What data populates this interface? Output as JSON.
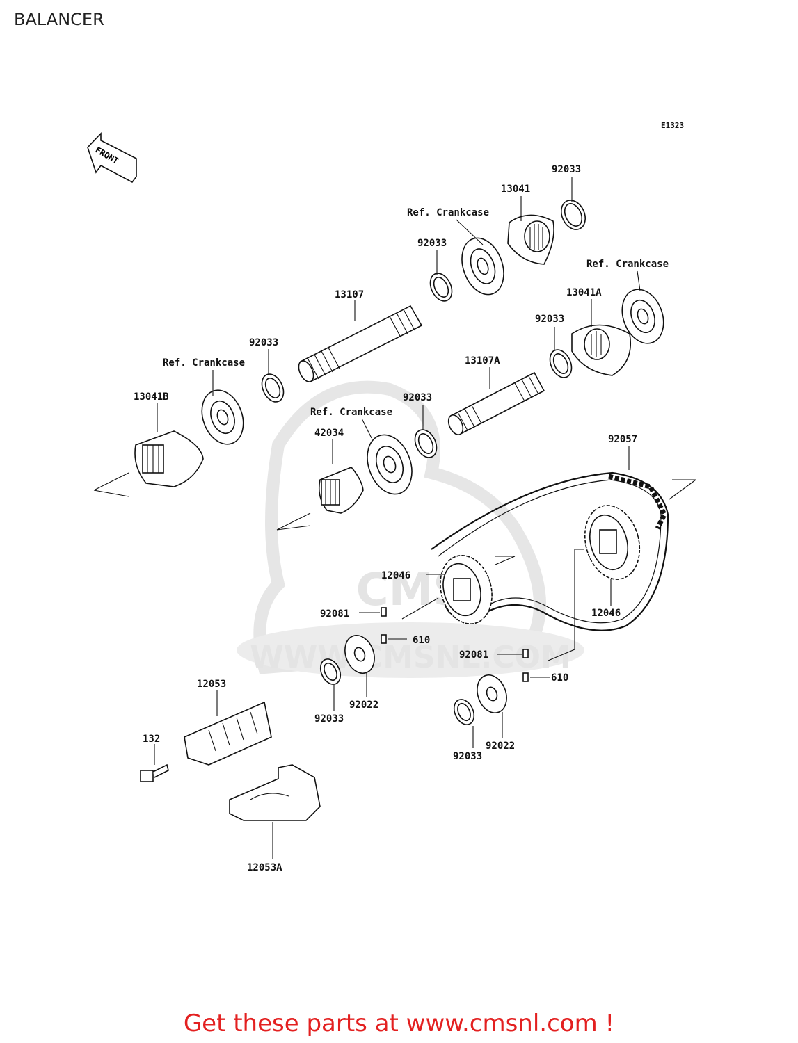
{
  "page": {
    "title": "BALANCER"
  },
  "diagram": {
    "code": "E1323",
    "front_label": "FRONT",
    "watermark": {
      "site": "WWW.CMSNL.COM",
      "logo_text": "CMS"
    },
    "labels": {
      "p92033_top": "92033",
      "p13041": "13041",
      "p_ref_crankcase_1": "Ref. Crankcase",
      "p92033_a": "92033",
      "p_ref_crankcase_2": "Ref. Crankcase",
      "p13107": "13107",
      "p13041A": "13041A",
      "p92033_b": "92033",
      "p92033_c": "92033",
      "p13107A": "13107A",
      "p_ref_crankcase_3": "Ref. Crankcase",
      "p13041B": "13041B",
      "p92033_d": "92033",
      "p_ref_crankcase_4": "Ref. Crankcase",
      "p42034": "42034",
      "p92057": "92057",
      "p12046_a": "12046",
      "p12046_b": "12046",
      "p92081_a": "92081",
      "p610_a": "610",
      "p92081_b": "92081",
      "p610_b": "610",
      "p12053": "12053",
      "p92033_e": "92033",
      "p92022_a": "92022",
      "p132": "132",
      "p92033_f": "92033",
      "p92022_b": "92022",
      "p12053A": "12053A"
    }
  },
  "footer": {
    "text": "Get these parts at www.cmsnl.com !",
    "color": "#e32020"
  }
}
